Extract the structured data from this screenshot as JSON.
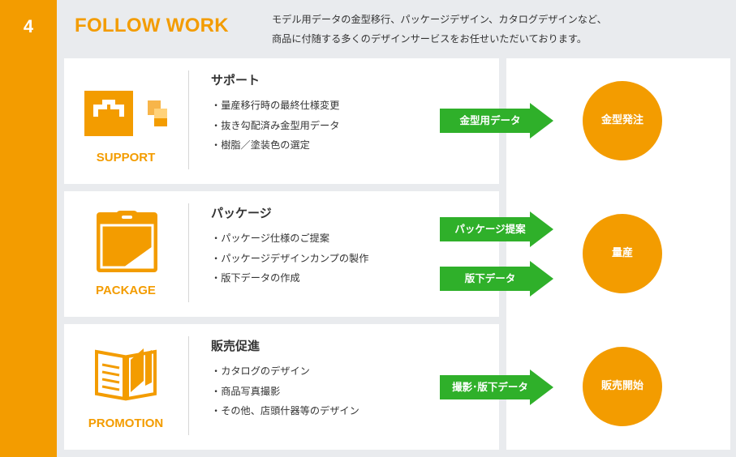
{
  "step": {
    "number": "4"
  },
  "section": {
    "title": "FOLLOW WORK",
    "intro_line1": "モデル用データの金型移行、パッケージデザイン、カタログデザインなど、",
    "intro_line2": "商品に付随する多くのデザインサービスをお任せいただいております。"
  },
  "colors": {
    "accent": "#f39c00",
    "arrow": "#2fb02a",
    "panel_bg": "#ffffff",
    "page_bg": "#e9ebee"
  },
  "panels": [
    {
      "caption": "SUPPORT",
      "icon": "support-icon",
      "heading": "サポート",
      "items": [
        "量産移行時の最終仕様変更",
        "抜き勾配済み金型用データ",
        "樹脂／塗装色の選定"
      ]
    },
    {
      "caption": "PACKAGE",
      "icon": "package-icon",
      "heading": "パッケージ",
      "items": [
        "パッケージ仕様のご提案",
        "パッケージデザインカンプの製作",
        "版下データの作成"
      ]
    },
    {
      "caption": "PROMOTION",
      "icon": "brochure-icon",
      "heading": "販売促進",
      "items": [
        "カタログのデザイン",
        "商品写真撮影",
        "その他、店頭什器等のデザイン"
      ]
    }
  ],
  "arrows": [
    "金型用データ",
    "パッケージ提案",
    "版下データ",
    "撮影･版下データ"
  ],
  "outcomes": [
    "金型発注",
    "量産",
    "販売開始"
  ]
}
